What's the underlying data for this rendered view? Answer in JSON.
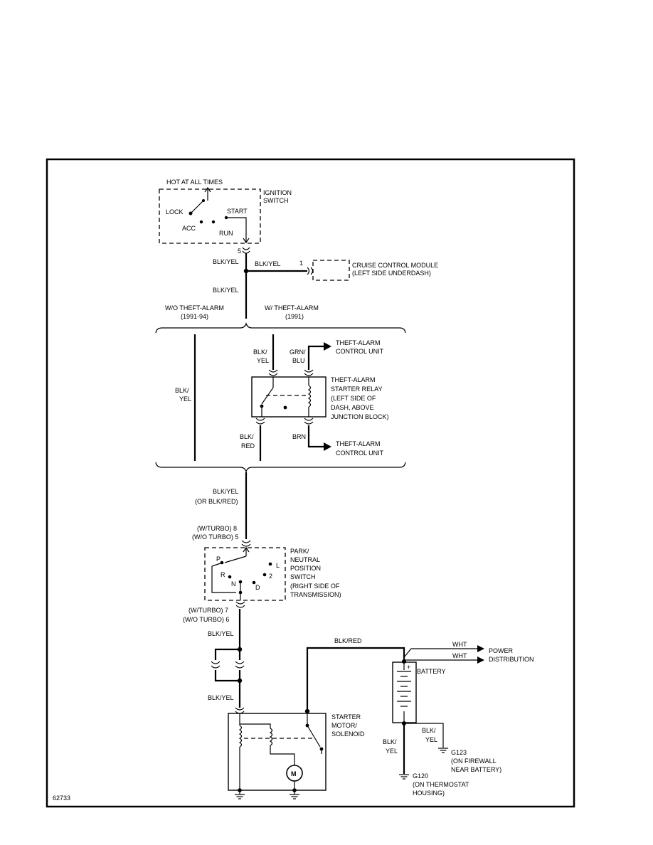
{
  "diagram_id": "62733",
  "ignition_switch": {
    "hot_label": "HOT AT ALL TIMES",
    "name": [
      "IGNITION",
      "SWITCH"
    ],
    "lock": "LOCK",
    "acc": "ACC",
    "start": "START",
    "run": "RUN",
    "pin": "5"
  },
  "wires": {
    "blk_yel": "BLK/YEL",
    "blk_yel_branch": "BLK/YEL",
    "blk_yel_2": "BLK/YEL",
    "blk_yel_left": [
      "BLK/",
      "YEL"
    ],
    "blk_yel_relay": [
      "BLK/",
      "YEL"
    ],
    "grn_blu": [
      "GRN/",
      "BLU"
    ],
    "blk_red_relay": [
      "BLK/",
      "RED"
    ],
    "brn": "BRN",
    "blk_yel_or": [
      "BLK/YEL",
      "(OR BLK/RED)"
    ],
    "blk_yel_3": "BLK/YEL",
    "blk_yel_4": "BLK/YEL",
    "blk_red_top": "BLK/RED",
    "wht_1": "WHT",
    "wht_2": "WHT",
    "blk_yel_batt": [
      "BLK/",
      "YEL"
    ],
    "blk_yel_gnd": [
      "BLK/",
      "YEL"
    ]
  },
  "cruise": {
    "pin": "1",
    "name": [
      "CRUISE CONTROL MODULE",
      "(LEFT SIDE UNDERDASH)"
    ]
  },
  "variants": {
    "without": [
      "W/O THEFT-ALARM",
      "(1991-94)"
    ],
    "with": [
      "W/ THEFT-ALARM",
      "(1991)"
    ]
  },
  "theft_unit_top": [
    "THEFT-ALARM",
    "CONTROL UNIT"
  ],
  "theft_unit_bottom": [
    "THEFT-ALARM",
    "CONTROL UNIT"
  ],
  "relay": [
    "THEFT-ALARM",
    "STARTER RELAY",
    "(LEFT SIDE OF",
    "DASH, ABOVE",
    "JUNCTION BLOCK)"
  ],
  "pn_switch": {
    "pins_top": [
      "(W/TURBO) 8",
      "(W/O TURBO) 5"
    ],
    "pins_bottom": [
      "(W/TURBO) 7",
      "(W/O TURBO) 6"
    ],
    "name": [
      "PARK/",
      "NEUTRAL",
      "POSITION",
      "SWITCH",
      "(RIGHT SIDE OF",
      "TRANSMISSION)"
    ],
    "positions": {
      "p": "P",
      "r": "R",
      "n": "N",
      "d": "D",
      "two": "2",
      "l": "L"
    }
  },
  "starter": {
    "name": [
      "STARTER",
      "MOTOR/",
      "SOLENOID"
    ],
    "motor": "M"
  },
  "battery": {
    "name": "BATTERY",
    "plus": "+"
  },
  "power": [
    "POWER",
    "DISTRIBUTION"
  ],
  "g123": [
    "G123",
    "(ON FIREWALL",
    "NEAR BATTERY)"
  ],
  "g120": [
    "G120",
    "(ON THERMOSTAT",
    "HOUSING)"
  ]
}
